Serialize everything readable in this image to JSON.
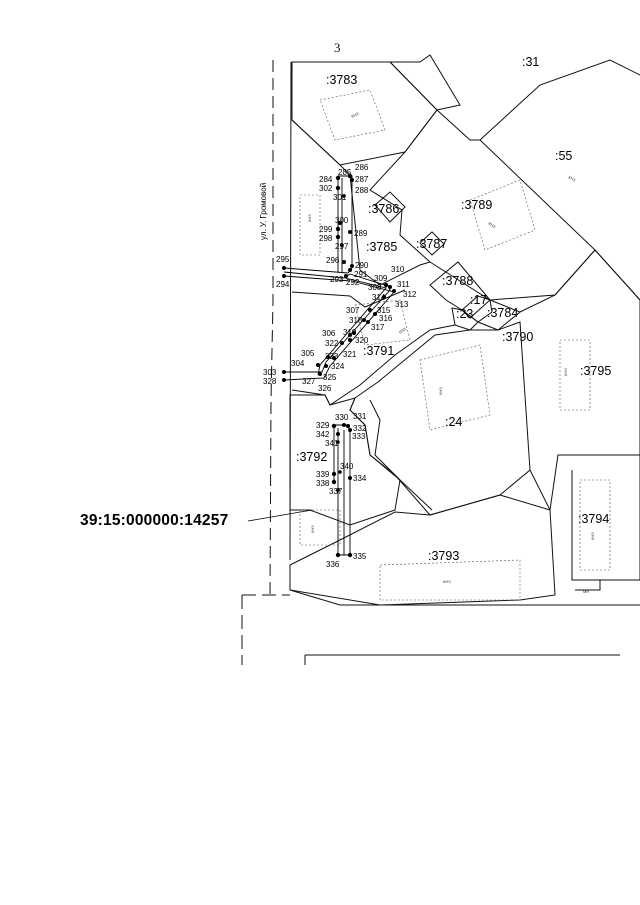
{
  "page": {
    "number": "3"
  },
  "highlight": {
    "cadastral_number": "39:15:000000:14257"
  },
  "street": {
    "name": "ул. У. Громовой"
  },
  "parcels": {
    "p3783": ":3783",
    "p31_top": ":31",
    "p55": ":55",
    "p3789": ":3789",
    "p3786": ":3786",
    "p3785": ":3785",
    "p3787": ":3787",
    "p3788": ":3788",
    "p17": ":17",
    "p23": ":23",
    "p3784": ":3784",
    "p3790": ":3790",
    "p3791": ":3791",
    "p3795": ":3795",
    "p24": ":24",
    "p3792": ":3792",
    "p3794": ":3794",
    "p3793": ":3793"
  },
  "building_labels": {
    "kn": "КНЗ",
    "mn": "МН"
  },
  "points": {
    "p284": "284",
    "p285": "285",
    "p286": "286",
    "p287": "287",
    "p288": "288",
    "p289": "289",
    "p290": "290",
    "p291": "291",
    "p292": "292",
    "p293": "293",
    "p294": "294",
    "p295": "295",
    "p296": "296",
    "p297": "297",
    "p298": "298",
    "p299": "299",
    "p300": "300",
    "p301": "301",
    "p302": "302",
    "p303": "303",
    "p304": "304",
    "p305": "305",
    "p306": "306",
    "p307": "307",
    "p308": "308",
    "p309": "309",
    "p310": "310",
    "p311": "311",
    "p312": "312",
    "p313": "313",
    "p314": "314",
    "p315": "315",
    "p316": "316",
    "p317": "317",
    "p318": "318",
    "p319": "319",
    "p320": "320",
    "p321": "321",
    "p322": "322",
    "p323": "323",
    "p324": "324",
    "p325": "325",
    "p326": "326",
    "p327": "327",
    "p328": "328",
    "p329": "329",
    "p330": "330",
    "p331": "331",
    "p332": "332",
    "p333": "333",
    "p334": "334",
    "p335": "335",
    "p336": "336",
    "p337": "337",
    "p338": "338",
    "p339": "339",
    "p340": "340",
    "p341": "341",
    "p342": "342"
  },
  "colors": {
    "line": "#111111",
    "background": "#ffffff"
  }
}
